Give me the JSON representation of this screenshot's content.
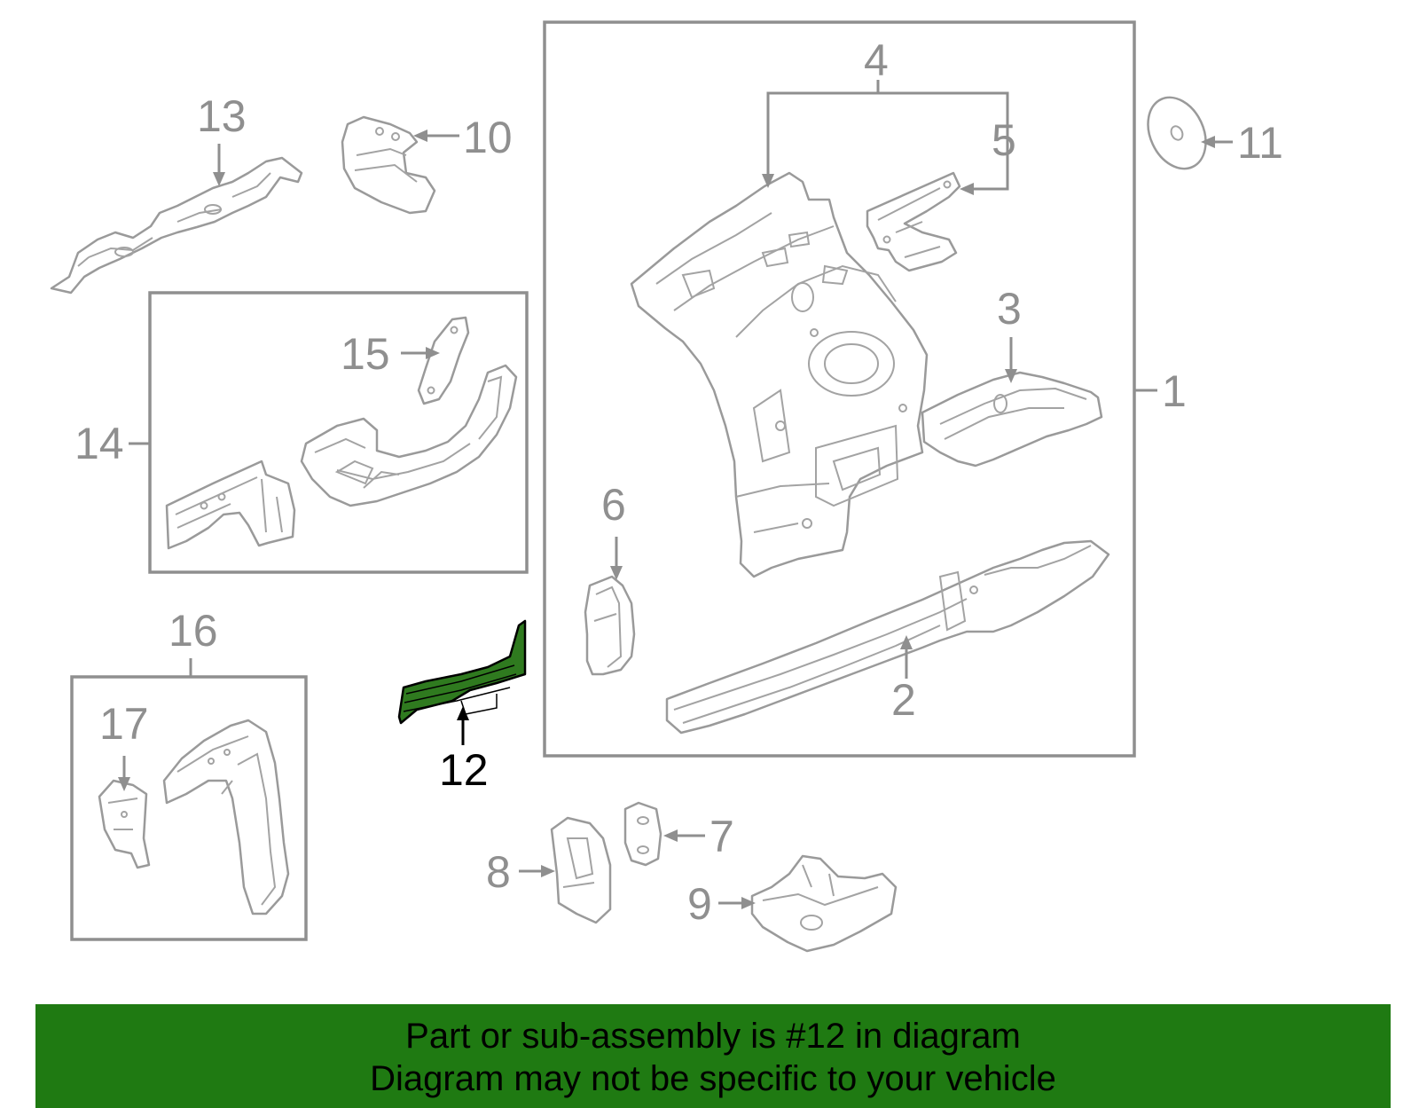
{
  "diagram": {
    "highlighted_part": "12",
    "callouts": {
      "c1": "1",
      "c2": "2",
      "c3": "3",
      "c4": "4",
      "c5": "5",
      "c6": "6",
      "c7": "7",
      "c8": "8",
      "c9": "9",
      "c10": "10",
      "c11": "11",
      "c12": "12",
      "c13": "13",
      "c14": "14",
      "c15": "15",
      "c16": "16",
      "c17": "17"
    },
    "colors": {
      "line_gray": "#8f8f8f",
      "highlight_fill": "#2f7a1f",
      "banner_background": "#1f7a12"
    }
  },
  "banner": {
    "line1": "Part or sub-assembly is #12 in diagram",
    "line2": "Diagram may not be specific to your vehicle"
  }
}
